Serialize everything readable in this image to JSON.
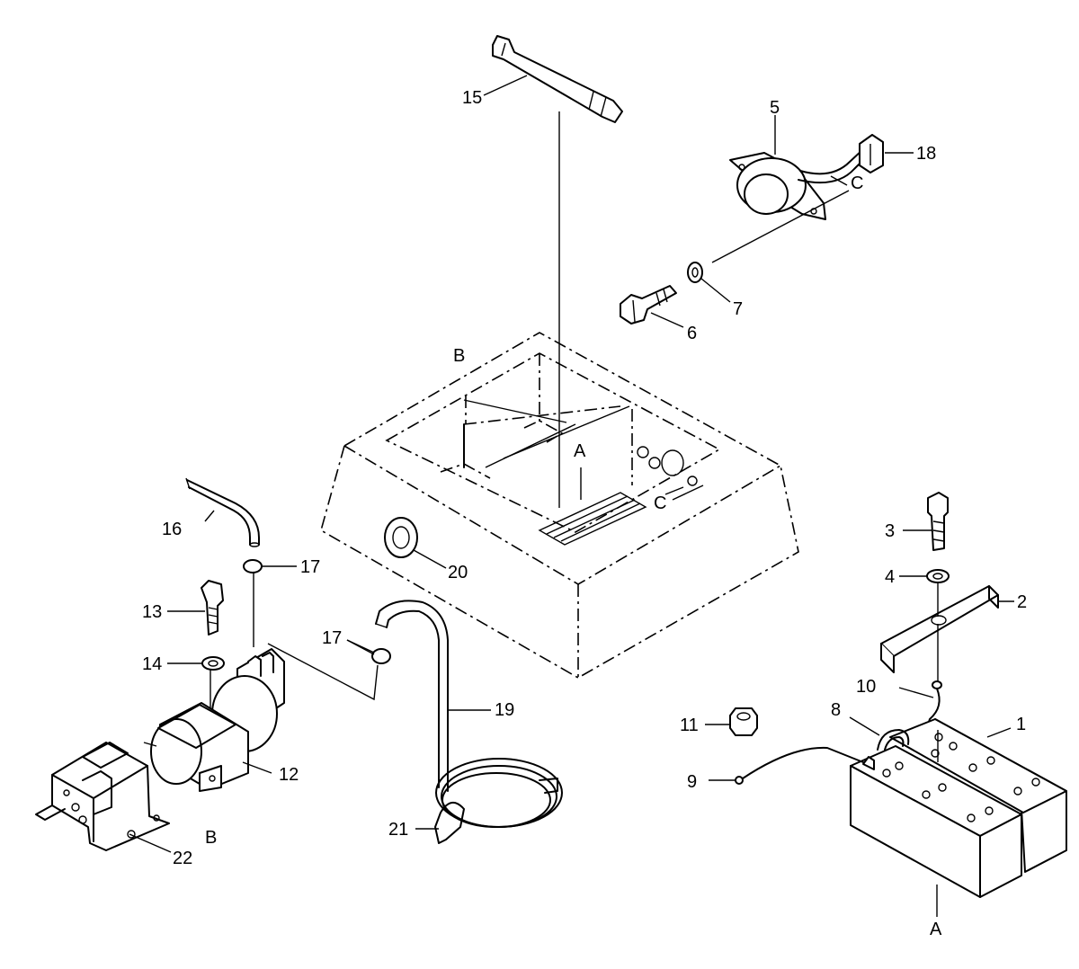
{
  "callouts": {
    "c1": "1",
    "c2": "2",
    "c3": "3",
    "c4": "4",
    "c5": "5",
    "c6": "6",
    "c7": "7",
    "c8": "8",
    "c9": "9",
    "c10": "10",
    "c11": "11",
    "c12": "12",
    "c13": "13",
    "c14": "14",
    "c15": "15",
    "c16": "16",
    "c17a": "17",
    "c17b": "17",
    "c18": "18",
    "c19": "19",
    "c20": "20",
    "c21": "21",
    "c22": "22"
  },
  "refs": {
    "a_box": "A",
    "a_battery": "A",
    "b_box": "B",
    "b_pump": "B",
    "c_box": "C",
    "c_switch": "C"
  }
}
